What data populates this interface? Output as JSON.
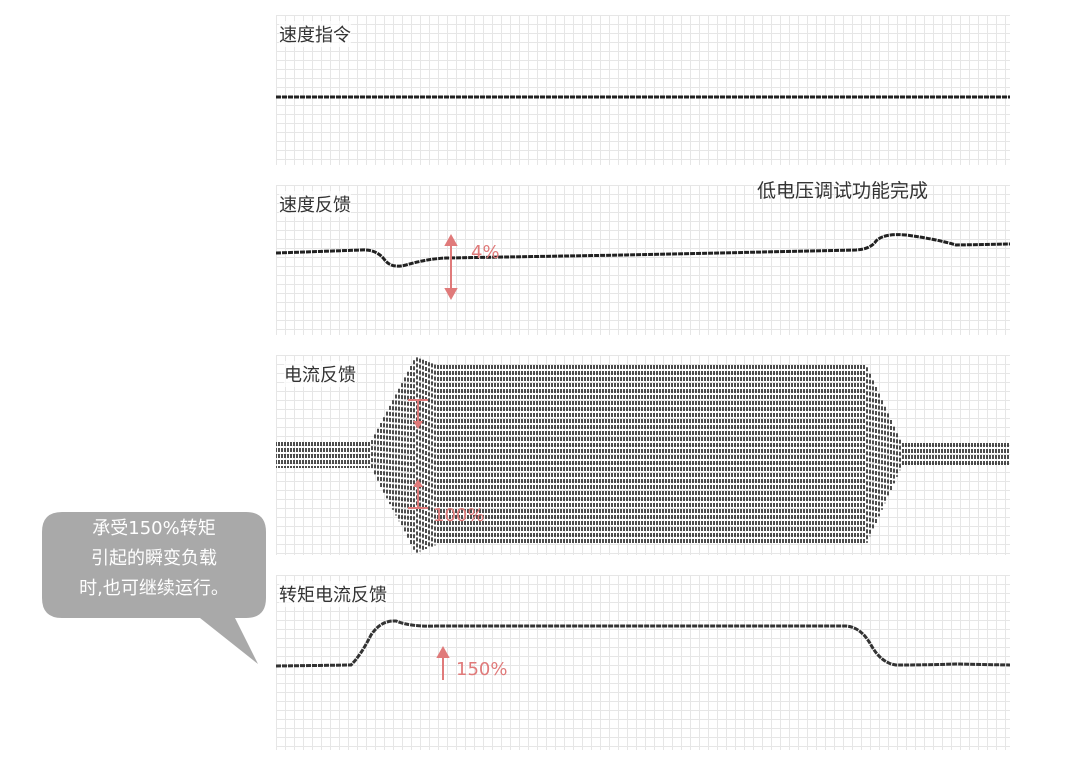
{
  "panels": [
    {
      "title": "速度指令"
    },
    {
      "title": "速度反馈"
    },
    {
      "title": "电流反馈"
    },
    {
      "title": "转矩电流反馈"
    }
  ],
  "note": "低电压调试功能完成",
  "annotations": {
    "speed": "4%",
    "current": "100%",
    "torque": "150%"
  },
  "bubble": {
    "lines": [
      "承受150%转矩",
      "引起的瞬变负载",
      "时,也可继续运行。"
    ]
  },
  "colors": {
    "accent": "#e07a7a",
    "bubble": "#a9a9a9",
    "trace": "#222222",
    "grid": "#e6e6e6"
  }
}
